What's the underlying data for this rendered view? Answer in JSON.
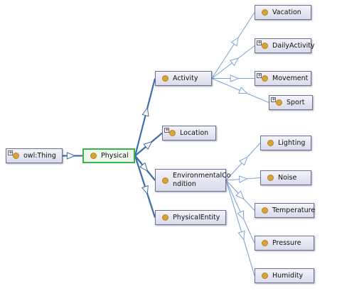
{
  "graph": {
    "nodes": {
      "owl_thing": {
        "label": "owl:Thing",
        "expandable": true
      },
      "physical": {
        "label": "Physical",
        "expandable": false
      },
      "activity": {
        "label": "Activity",
        "expandable": false
      },
      "location": {
        "label": "Location",
        "expandable": true
      },
      "environmental_condition": {
        "label": "EnvironmentalCo\nndition",
        "expandable": false
      },
      "physical_entity": {
        "label": "PhysicalEntity",
        "expandable": false
      },
      "vacation": {
        "label": "Vacation",
        "expandable": false
      },
      "daily_activity": {
        "label": "DailyActivity",
        "expandable": true
      },
      "movement": {
        "label": "Movement",
        "expandable": true
      },
      "sport": {
        "label": "Sport",
        "expandable": true
      },
      "lighting": {
        "label": "Lighting",
        "expandable": false
      },
      "noise": {
        "label": "Noise",
        "expandable": false
      },
      "temperature": {
        "label": "Temperature",
        "expandable": false
      },
      "pressure": {
        "label": "Pressure",
        "expandable": false
      },
      "humidity": {
        "label": "Humidity",
        "expandable": false
      }
    },
    "expand_glyph": "+",
    "selected_node": "physical",
    "edges": [
      {
        "from": "owl_thing",
        "to": "physical"
      },
      {
        "from": "physical",
        "to": "activity"
      },
      {
        "from": "physical",
        "to": "location"
      },
      {
        "from": "physical",
        "to": "environmental_condition"
      },
      {
        "from": "physical",
        "to": "physical_entity"
      },
      {
        "from": "activity",
        "to": "vacation"
      },
      {
        "from": "activity",
        "to": "daily_activity"
      },
      {
        "from": "activity",
        "to": "movement"
      },
      {
        "from": "activity",
        "to": "sport"
      },
      {
        "from": "environmental_condition",
        "to": "lighting"
      },
      {
        "from": "environmental_condition",
        "to": "noise"
      },
      {
        "from": "environmental_condition",
        "to": "temperature"
      },
      {
        "from": "environmental_condition",
        "to": "pressure"
      },
      {
        "from": "environmental_condition",
        "to": "humidity"
      }
    ],
    "colors": {
      "edge_primary": "#3d6fa8",
      "edge_secondary": "#7ea6d4",
      "selected_border": "#39b54a",
      "class_dot": "#d8a338"
    }
  }
}
